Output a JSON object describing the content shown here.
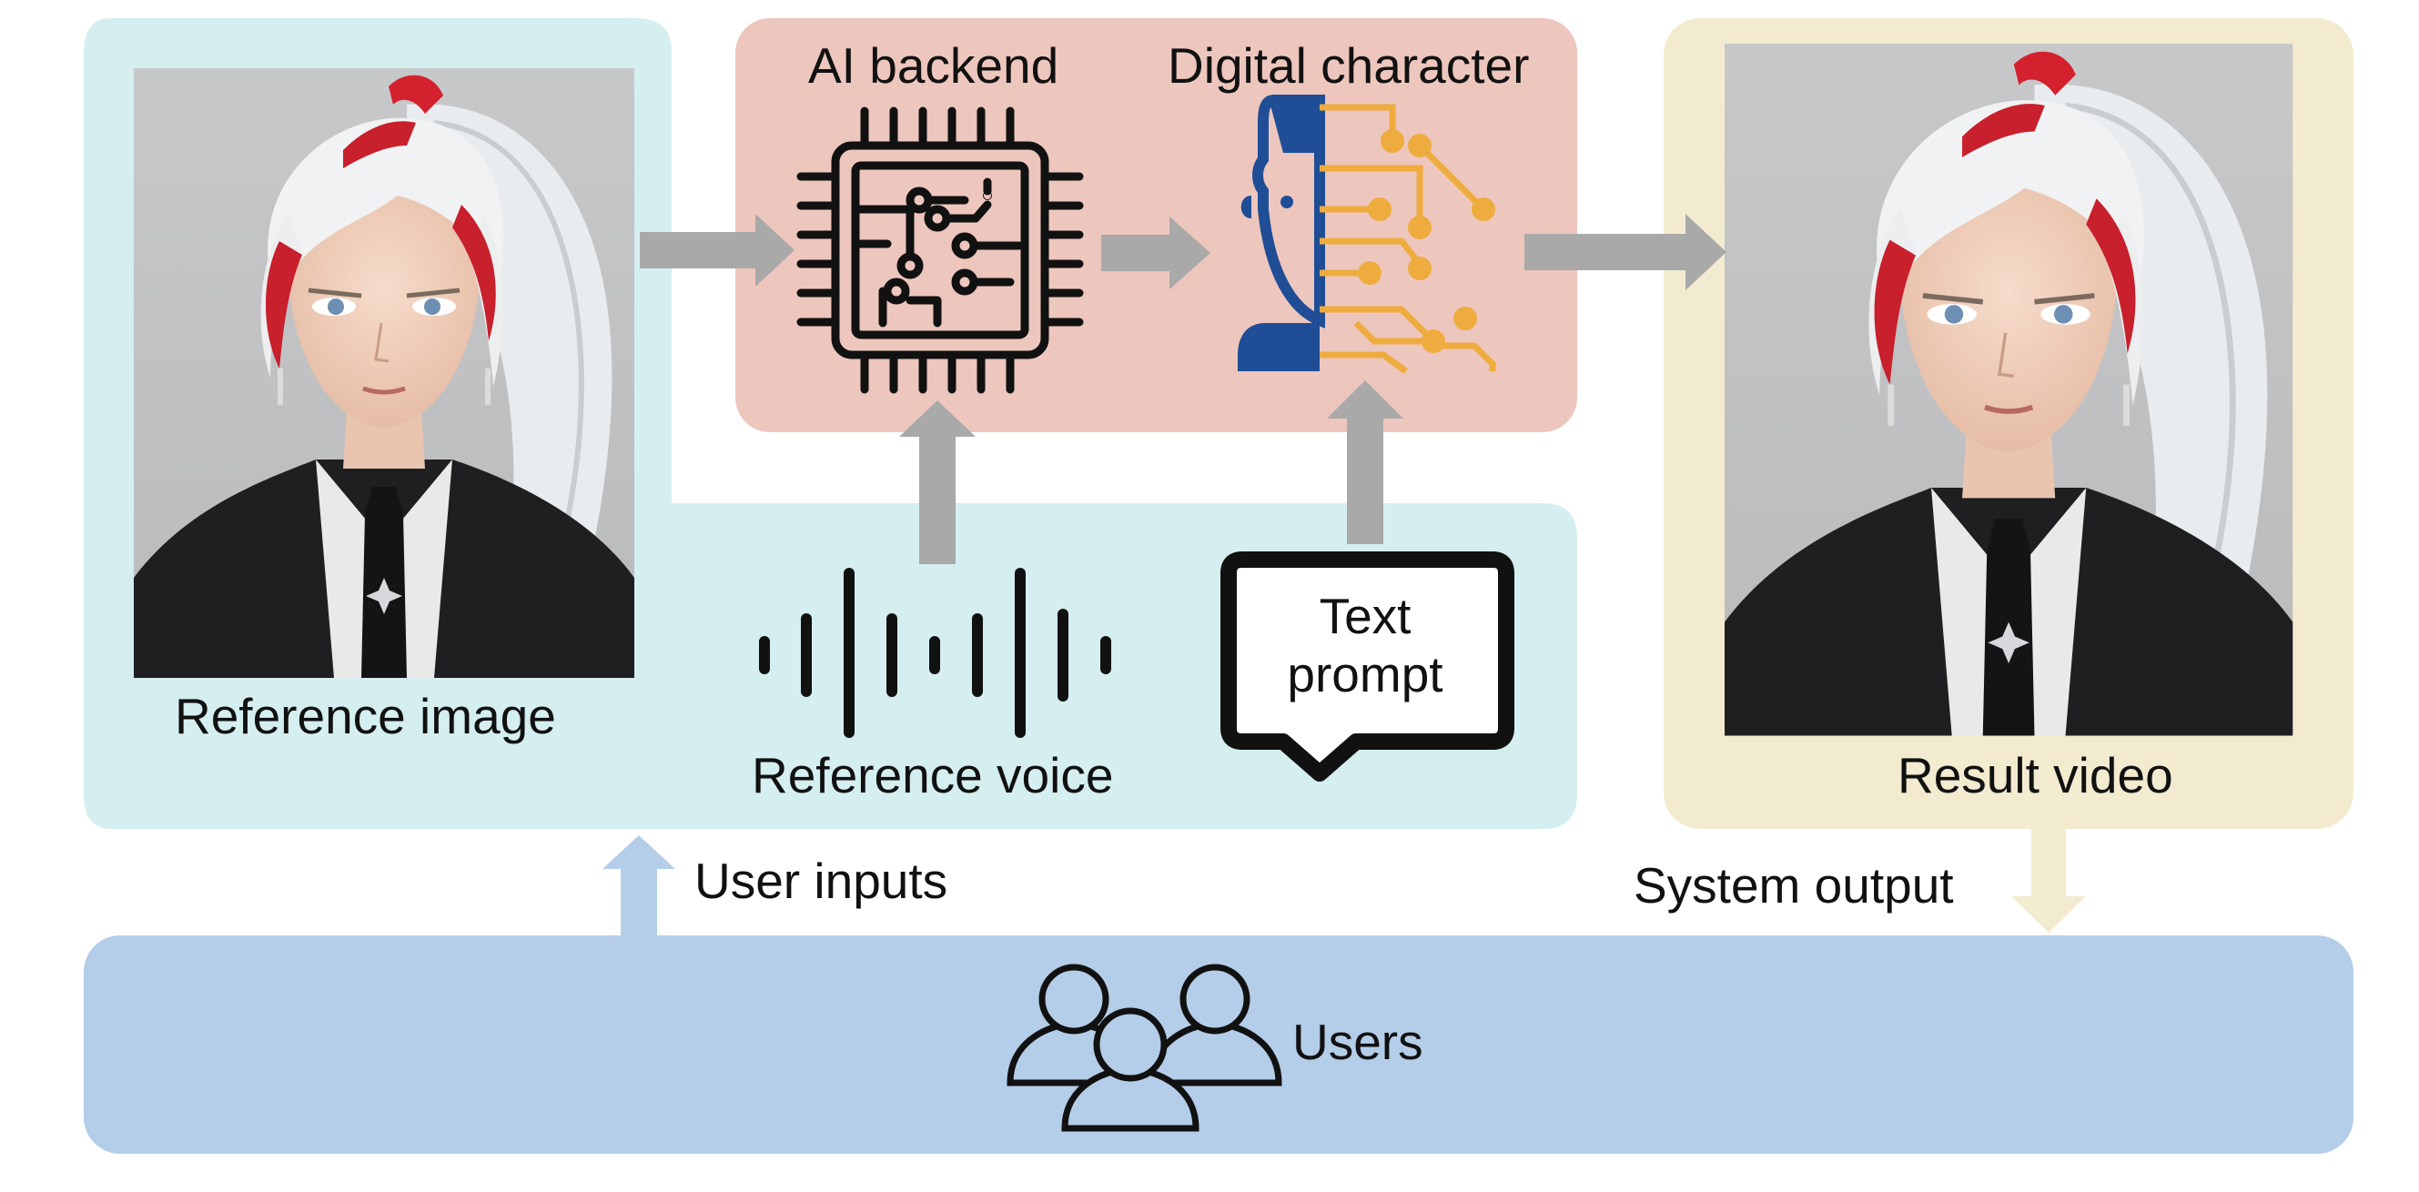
{
  "labels": {
    "ai_backend": "AI backend",
    "digital_character": "Digital character",
    "reference_image": "Reference image",
    "reference_voice": "Reference voice",
    "text_prompt_line1": "Text",
    "text_prompt_line2": "prompt",
    "result_video": "Result video",
    "user_inputs": "User inputs",
    "system_output": "System output",
    "users": "Users"
  },
  "icons": {
    "chip": "chip-icon",
    "digital_character": "digital-character-icon",
    "voice": "sound-wave-icon",
    "speech_bubble": "speech-bubble-icon",
    "users": "users-group-icon"
  },
  "colors": {
    "inputs_panel": "#d5eef0",
    "backend_panel": "#edc6bd",
    "output_panel": "#f2ebd0",
    "users_panel": "#b4cde8",
    "arrow_gray": "#a9a9a9",
    "arrow_blue": "#b4cde8",
    "arrow_cream": "#f2ebd0",
    "character_blue": "#1f4e96",
    "character_orange": "#efac3e"
  }
}
